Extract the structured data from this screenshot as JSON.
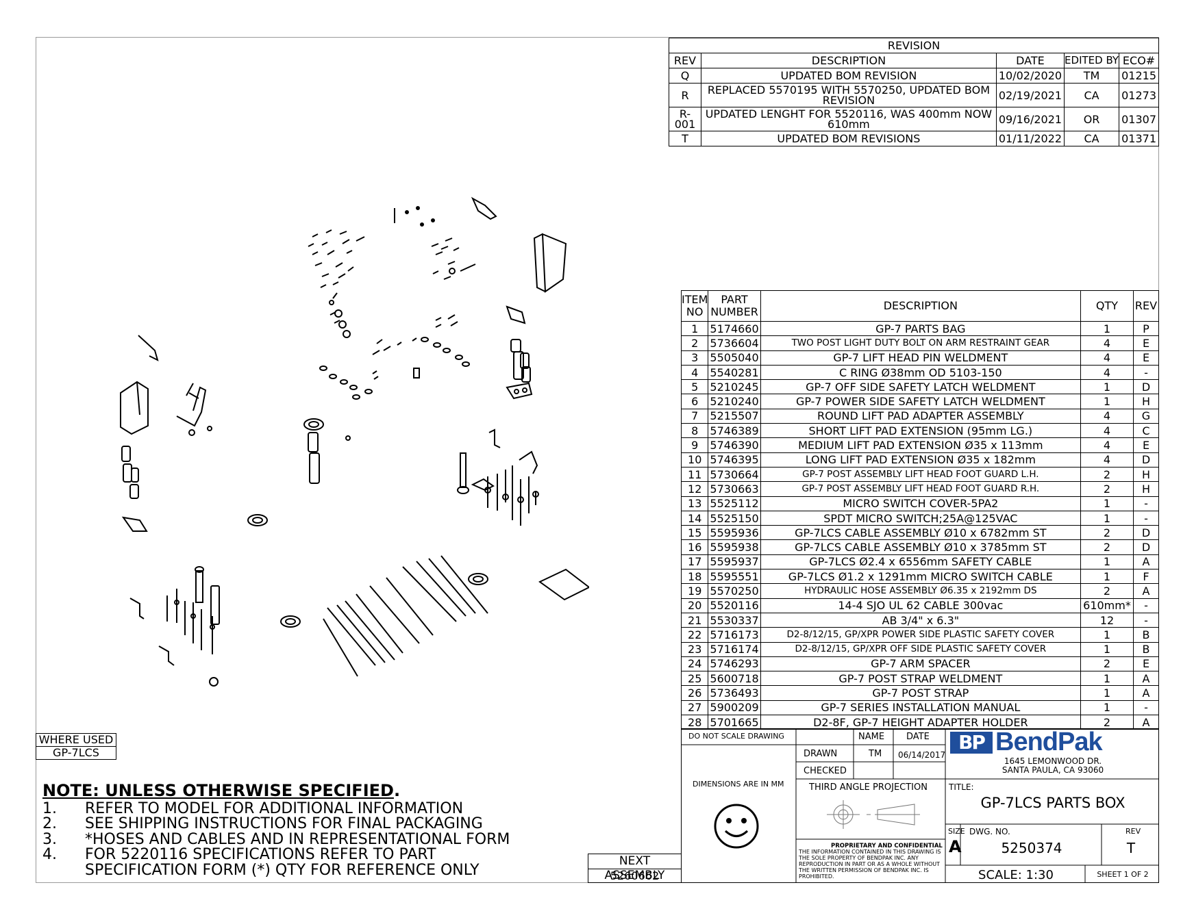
{
  "revision": {
    "title": "REVISION",
    "headers": [
      "REV",
      "DESCRIPTION",
      "DATE",
      "EDITED BY",
      "ECO#"
    ],
    "rows": [
      [
        "Q",
        "UPDATED BOM REVISION",
        "10/02/2020",
        "TM",
        "01215"
      ],
      [
        "R",
        "REPLACED 5570195 WITH 5570250, UPDATED BOM REVISION",
        "02/19/2021",
        "CA",
        "01273"
      ],
      [
        "R-001",
        "UPDATED LENGHT FOR 5520116, WAS 400mm NOW 610mm",
        "09/16/2021",
        "OR",
        "01307"
      ],
      [
        "T",
        "UPDATED BOM REVISIONS",
        "01/11/2022",
        "CA",
        "01371"
      ]
    ]
  },
  "bom": {
    "headers": [
      "ITEM NO",
      "PART NUMBER",
      "DESCRIPTION",
      "QTY",
      "REV"
    ],
    "rows": [
      [
        "1",
        "5174660",
        "GP-7 PARTS BAG",
        "1",
        "P"
      ],
      [
        "2",
        "5736604",
        "TWO POST LIGHT DUTY BOLT ON ARM RESTRAINT GEAR",
        "4",
        "E"
      ],
      [
        "3",
        "5505040",
        "GP-7 LIFT HEAD PIN WELDMENT",
        "4",
        "E"
      ],
      [
        "4",
        "5540281",
        "C RING Ø38mm OD 5103-150",
        "4",
        "-"
      ],
      [
        "5",
        "5210245",
        "GP-7 OFF SIDE SAFETY LATCH WELDMENT",
        "1",
        "D"
      ],
      [
        "6",
        "5210240",
        "GP-7 POWER SIDE SAFETY LATCH WELDMENT",
        "1",
        "H"
      ],
      [
        "7",
        "5215507",
        "ROUND LIFT PAD ADAPTER ASSEMBLY",
        "4",
        "G"
      ],
      [
        "8",
        "5746389",
        "SHORT LIFT PAD EXTENSION (95mm LG.)",
        "4",
        "C"
      ],
      [
        "9",
        "5746390",
        "MEDIUM LIFT PAD EXTENSION Ø35 x 113mm",
        "4",
        "E"
      ],
      [
        "10",
        "5746395",
        "LONG LIFT PAD EXTENSION Ø35 x 182mm",
        "4",
        "D"
      ],
      [
        "11",
        "5730664",
        "GP-7 POST ASSEMBLY LIFT HEAD FOOT GUARD L.H.",
        "2",
        "H"
      ],
      [
        "12",
        "5730663",
        "GP-7 POST ASSEMBLY LIFT HEAD FOOT GUARD R.H.",
        "2",
        "H"
      ],
      [
        "13",
        "5525112",
        "MICRO SWITCH COVER-5PA2",
        "1",
        "-"
      ],
      [
        "14",
        "5525150",
        "SPDT MICRO SWITCH;25A@125VAC",
        "1",
        "-"
      ],
      [
        "15",
        "5595936",
        "GP-7LCS CABLE ASSEMBLY Ø10 x 6782mm ST",
        "2",
        "D"
      ],
      [
        "16",
        "5595938",
        "GP-7LCS CABLE ASSEMBLY Ø10 x 3785mm ST",
        "2",
        "D"
      ],
      [
        "17",
        "5595937",
        "GP-7LCS Ø2.4 x 6556mm SAFETY CABLE",
        "1",
        "A"
      ],
      [
        "18",
        "5595551",
        "GP-7LCS Ø1.2 x 1291mm MICRO SWITCH CABLE",
        "1",
        "F"
      ],
      [
        "19",
        "5570250",
        "HYDRAULIC HOSE ASSEMBLY Ø6.35 x 2192mm DS",
        "2",
        "A"
      ],
      [
        "20",
        "5520116",
        "14-4 SJO UL 62 CABLE 300vac",
        "610mm*",
        "-"
      ],
      [
        "21",
        "5530337",
        "AB 3/4\" x 6.3\"",
        "12",
        "-"
      ],
      [
        "22",
        "5716173",
        "D2-8/12/15, GP/XPR POWER SIDE PLASTIC SAFETY COVER",
        "1",
        "B"
      ],
      [
        "23",
        "5716174",
        "D2-8/12/15, GP/XPR OFF SIDE PLASTIC SAFETY COVER",
        "1",
        "B"
      ],
      [
        "24",
        "5746293",
        "GP-7 ARM SPACER",
        "2",
        "E"
      ],
      [
        "25",
        "5600718",
        "GP-7 POST STRAP WELDMENT",
        "1",
        "A"
      ],
      [
        "26",
        "5736493",
        "GP-7 POST STRAP",
        "1",
        "A"
      ],
      [
        "27",
        "5900209",
        "GP-7 SERIES INSTALLATION MANUAL",
        "1",
        "-"
      ],
      [
        "28",
        "5701665",
        "D2-8F, GP-7 HEIGHT ADAPTER HOLDER",
        "2",
        "A"
      ]
    ]
  },
  "where_used": {
    "label": "WHERE USED",
    "value": "GP-7LCS"
  },
  "next_assembly": {
    "label": "NEXT ASSEMBLY",
    "value": "5260662"
  },
  "notes": {
    "heading": "NOTE: UNLESS OTHERWISE SPECIFIED",
    "heading_suffix": ".",
    "items": [
      {
        "n": "1.",
        "text": "REFER TO MODEL FOR ADDITIONAL INFORMATION"
      },
      {
        "n": "2.",
        "text": "SEE SHIPPING INSTRUCTIONS FOR FINAL PACKAGING"
      },
      {
        "n": "3.",
        "text": "*HOSES AND CABLES AND IN REPRESENTATIONAL FORM"
      },
      {
        "n": "4.",
        "text": "FOR 5220116 SPECIFICATIONS REFER TO PART"
      },
      {
        "n": "",
        "text": "SPECIFICATION FORM (*) QTY FOR REFERENCE ONLY"
      }
    ]
  },
  "title_block": {
    "do_not_scale": "DO NOT SCALE DRAWING",
    "name_label": "NAME",
    "date_label": "DATE",
    "drawn_label": "DRAWN",
    "drawn_name": "TM",
    "drawn_date": "06/14/2017",
    "checked_label": "CHECKED",
    "dimensions": "DIMENSIONS ARE IN MM",
    "projection": "THIRD ANGLE PROJECTION",
    "proprietary_title": "PROPRIETARY AND CONFIDENTIAL",
    "proprietary_text": "THE INFORMATION CONTAINED IN THIS DRAWING IS THE SOLE PROPERTY OF BENDPAK INC. ANY REPRODUCTION IN PART OR AS A WHOLE WITHOUT THE WRITTEN PERMISSION OF BENDPAK INC. IS PROHIBITED.",
    "logo_mark": "BP",
    "logo_text": "BendPak",
    "address_line1": "1645 LEMONWOOD DR.",
    "address_line2": "SANTA PAULA, CA 93060",
    "title_label": "TITLE:",
    "title": "GP-7LCS PARTS BOX",
    "size_label": "SIZE",
    "size": "A",
    "dwg_label": "DWG.  NO.",
    "dwg_no": "5250374",
    "rev_label": "REV",
    "rev": "T",
    "scale": "SCALE: 1:30",
    "sheet": "SHEET 1 OF 2"
  },
  "colors": {
    "logo_blue": "#1f4e9c",
    "line": "#000000"
  }
}
